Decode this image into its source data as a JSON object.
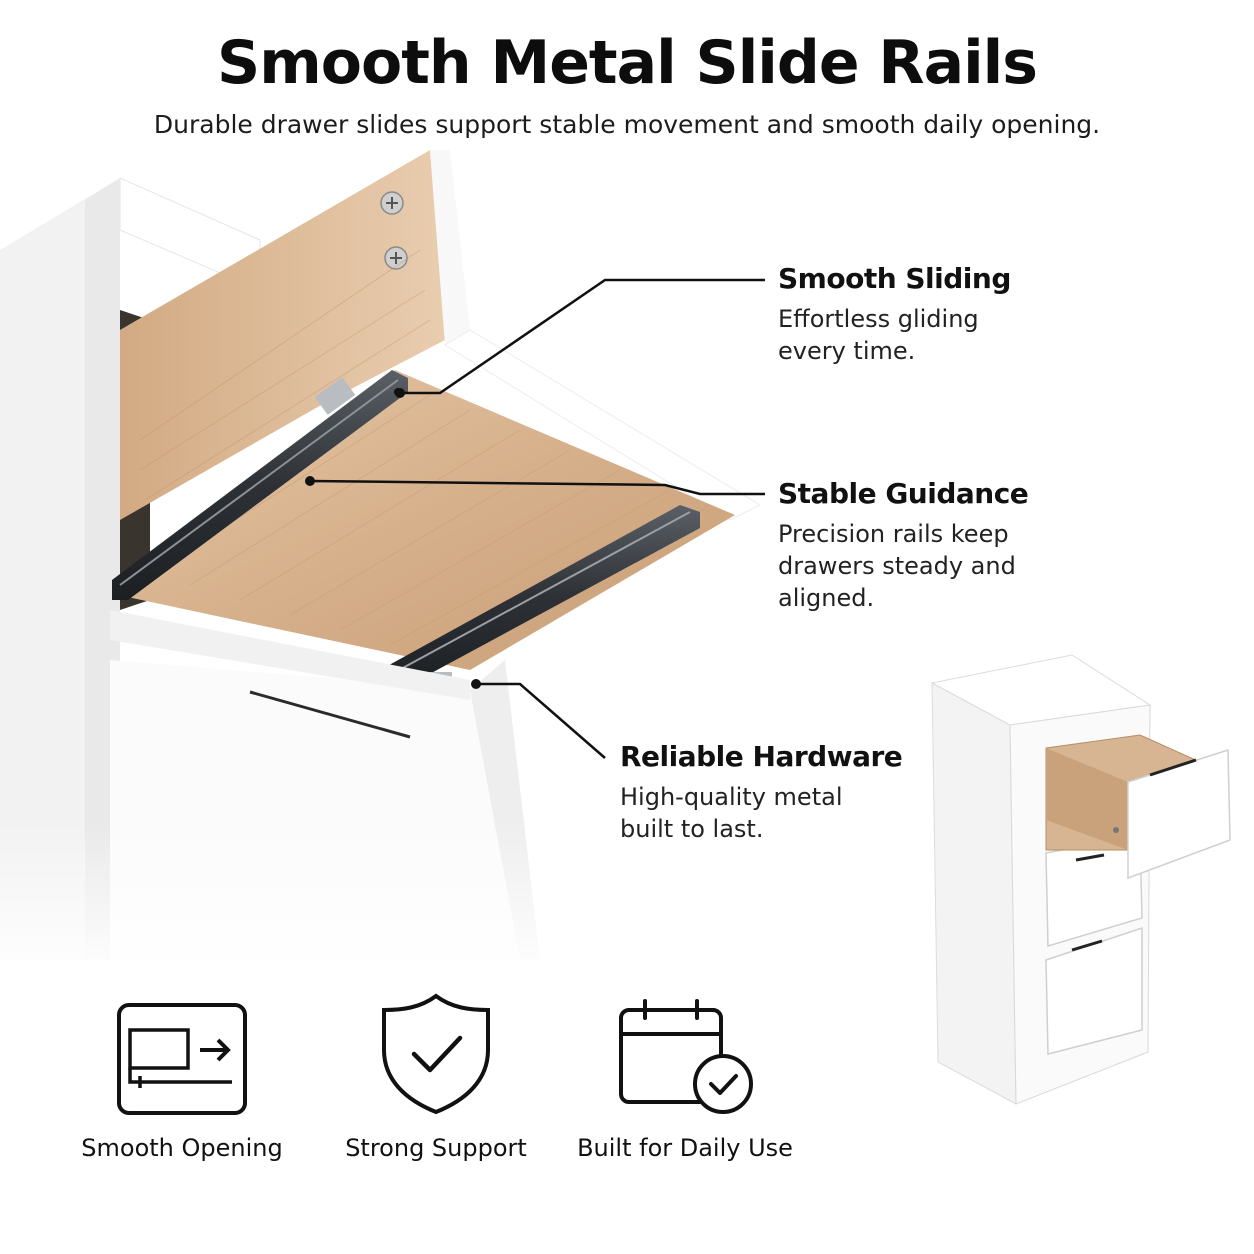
{
  "header": {
    "title": "Smooth Metal Slide Rails",
    "subtitle": "Durable drawer slides support stable movement and smooth daily opening."
  },
  "callouts": [
    {
      "title": "Smooth Sliding",
      "desc": "Effortless gliding\nevery time."
    },
    {
      "title": "Stable Guidance",
      "desc": "Precision rails keep\ndrawers steady and\naligned."
    },
    {
      "title": "Reliable Hardware",
      "desc": "High-quality metal\nbuilt to last."
    }
  ],
  "features": [
    {
      "label": "Smooth Opening",
      "icon": "drawer-slide-arrow-icon"
    },
    {
      "label": "Strong Support",
      "icon": "shield-check-icon"
    },
    {
      "label": "Built for Daily Use",
      "icon": "calendar-check-icon"
    }
  ],
  "colors": {
    "wood": "#d8b592",
    "rail": "#2f3338",
    "cabinet": "#f6f6f6",
    "text": "#111111"
  }
}
